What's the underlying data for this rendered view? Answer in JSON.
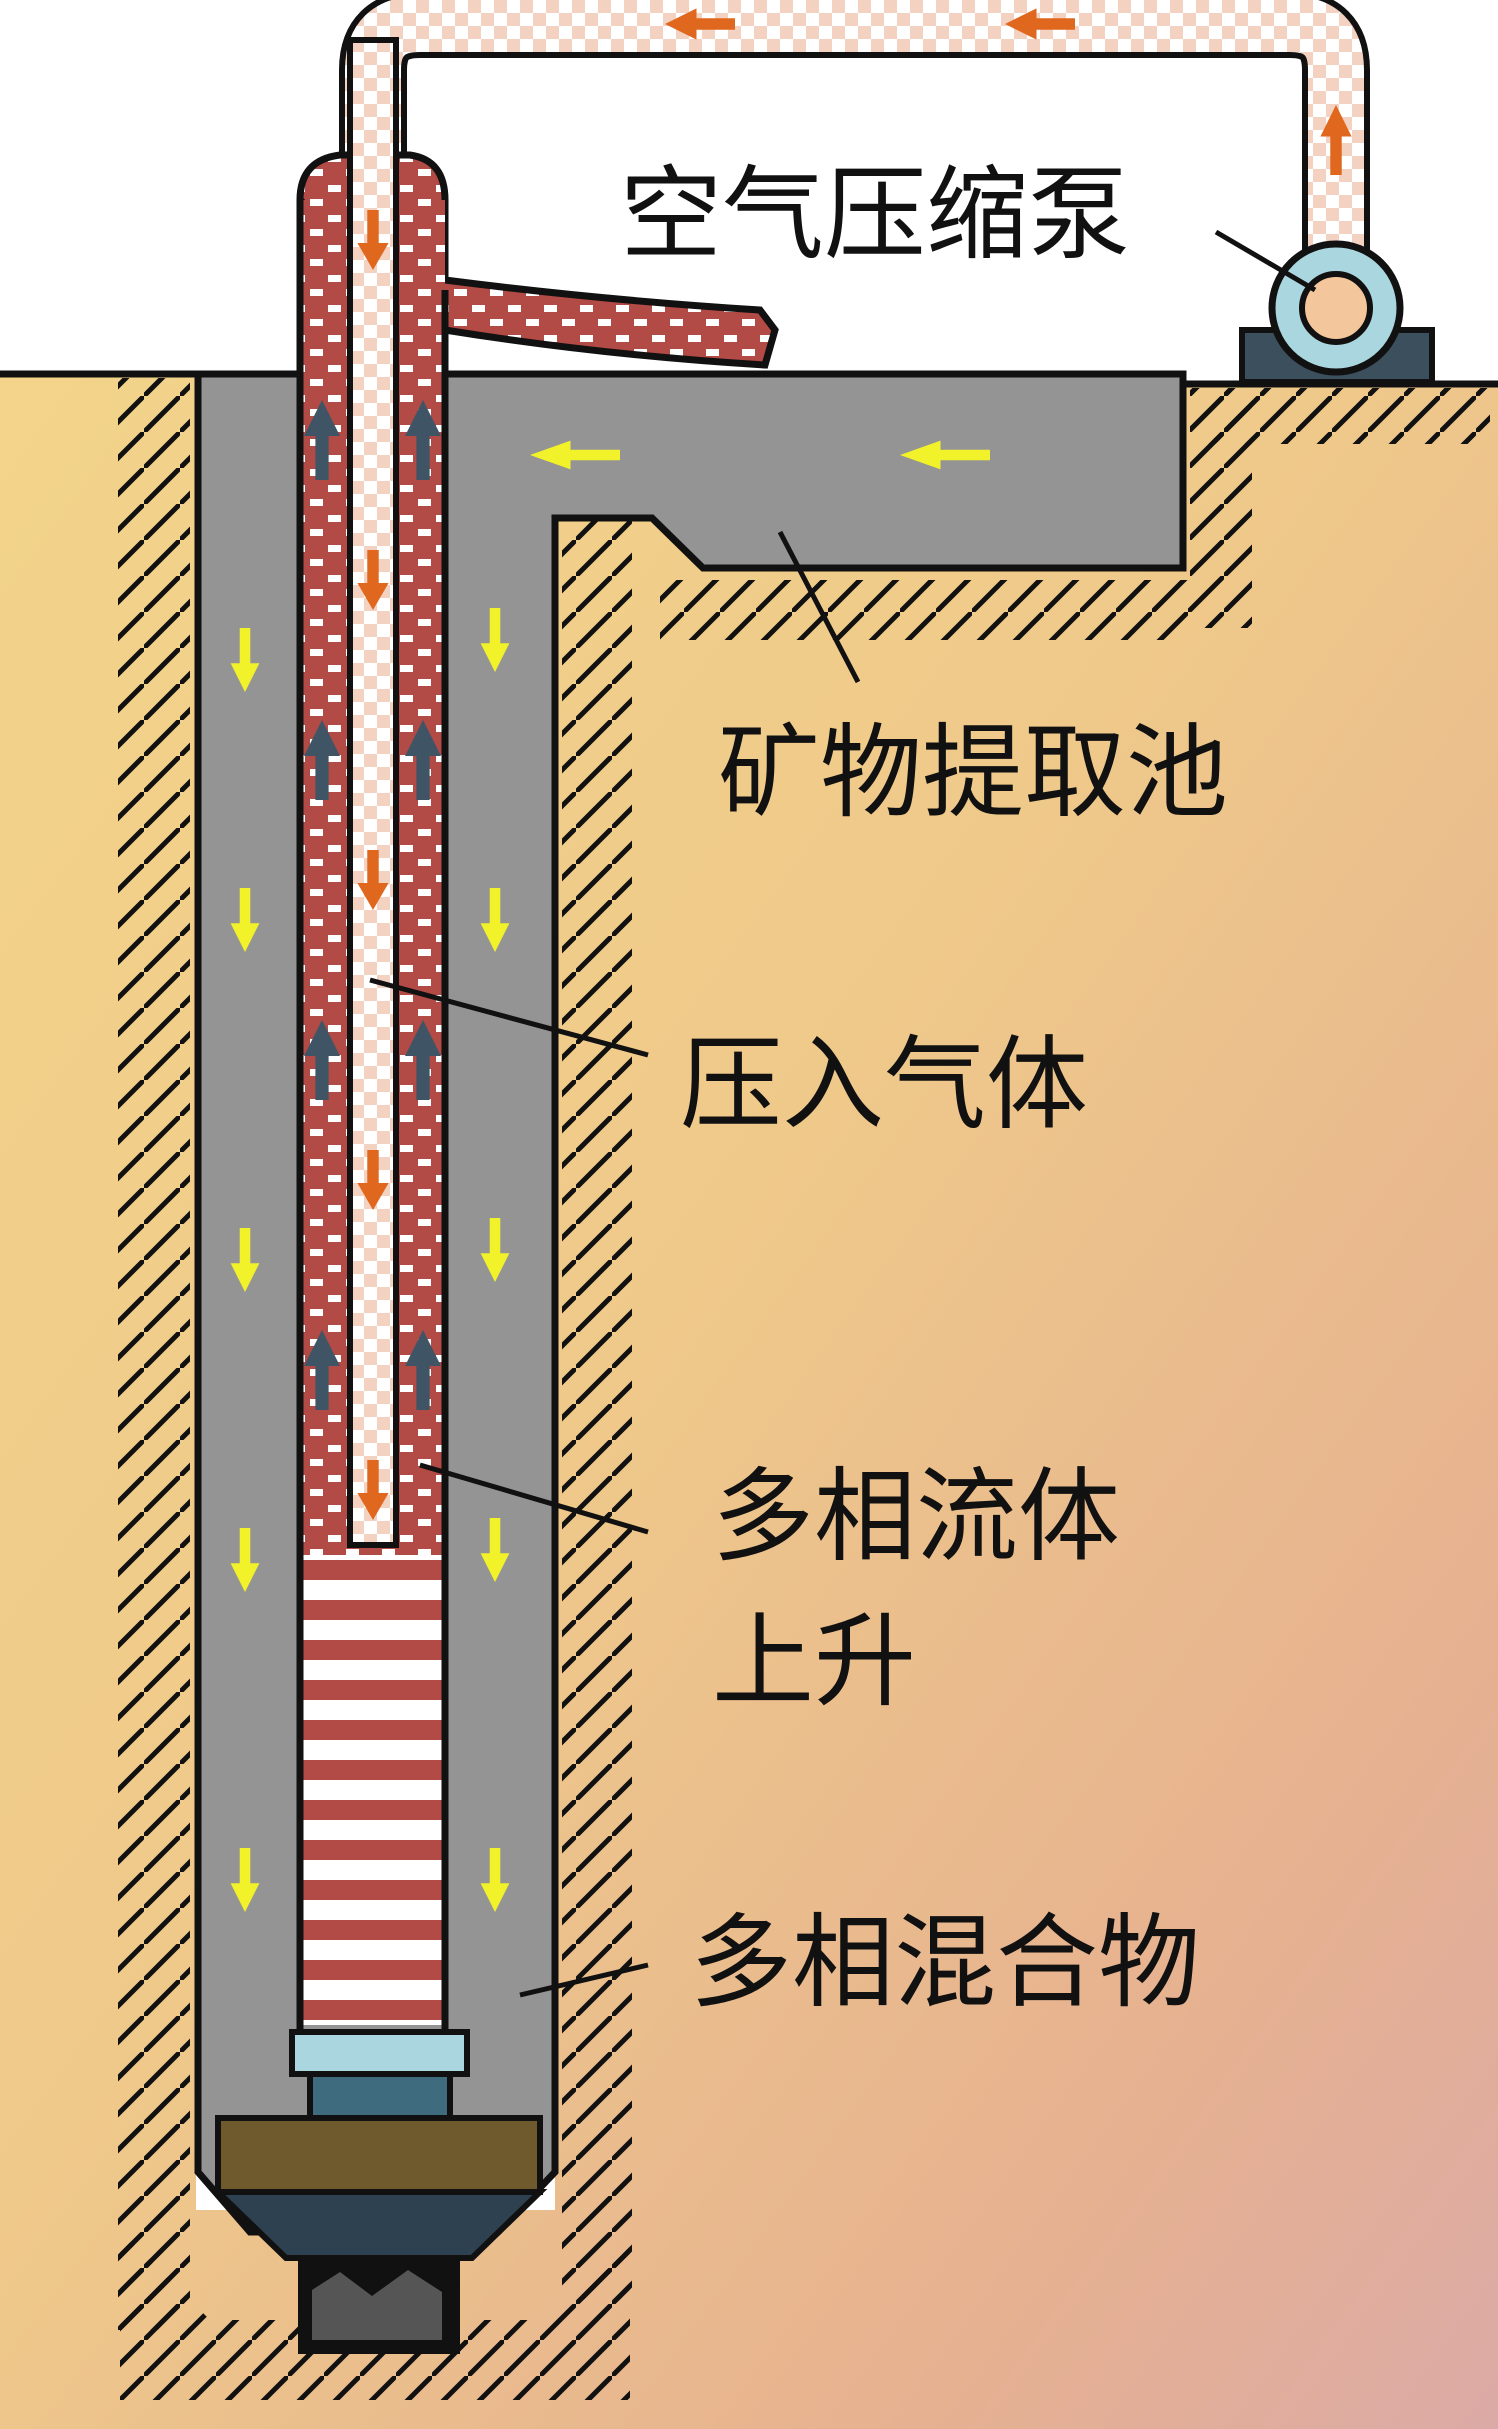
{
  "labels": {
    "air_compressor": "空气压缩泵",
    "mineral_pool": "矿物提取池",
    "compressed_gas": "压入气体",
    "multiphase_rise_1": "多相流体",
    "multiphase_rise_2": "上升",
    "multiphase_mixture": "多相混合物"
  },
  "colors": {
    "soil": "#edc58a",
    "fluid": "#949494",
    "pipe_red": "#b24a46",
    "down_arrow": "#e0671e",
    "up_arrow": "#3f5566",
    "flow_arrow": "#f2f22a"
  }
}
